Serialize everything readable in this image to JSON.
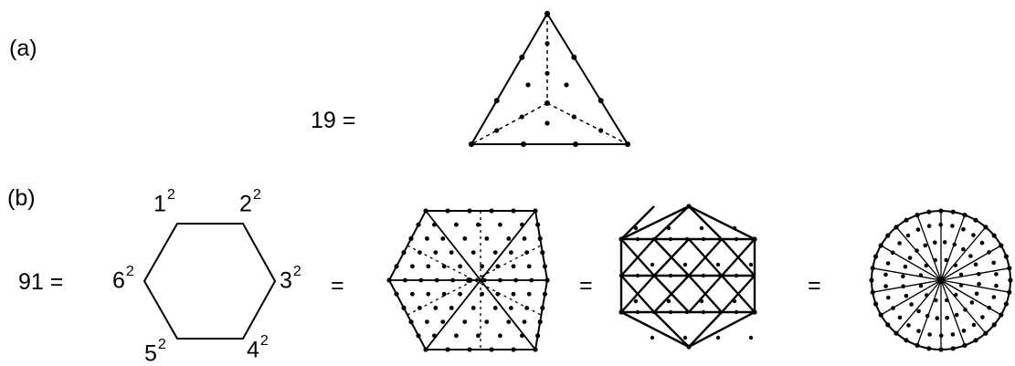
{
  "part_a": {
    "label": "(a)",
    "equation": "19 ="
  },
  "part_b": {
    "label": "(b)",
    "equation": "91 =",
    "equals": [
      "=",
      "=",
      "="
    ],
    "hexagon_vertices": [
      {
        "base": "1",
        "exp": "2"
      },
      {
        "base": "2",
        "exp": "2"
      },
      {
        "base": "3",
        "exp": "2"
      },
      {
        "base": "4",
        "exp": "2"
      },
      {
        "base": "5",
        "exp": "2"
      },
      {
        "base": "6",
        "exp": "2"
      }
    ]
  }
}
